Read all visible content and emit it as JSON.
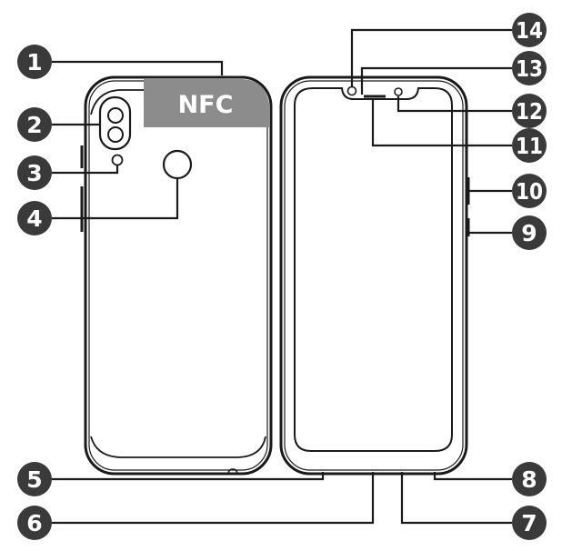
{
  "nfc_label": "NFC",
  "colors": {
    "line": "#1a1a1a",
    "callout_bg": "#3a3a3a",
    "nfc_bg": "#8c8c8c",
    "callout_text": "#ffffff"
  },
  "callouts": [
    {
      "num": "1",
      "part": "nfc-area-top-edge"
    },
    {
      "num": "2",
      "part": "rear-dual-camera"
    },
    {
      "num": "3",
      "part": "rear-flash"
    },
    {
      "num": "4",
      "part": "fingerprint-sensor"
    },
    {
      "num": "5",
      "part": "headset-jack"
    },
    {
      "num": "6",
      "part": "usb-port"
    },
    {
      "num": "7",
      "part": "speaker"
    },
    {
      "num": "8",
      "part": "microphone"
    },
    {
      "num": "9",
      "part": "power-button"
    },
    {
      "num": "10",
      "part": "volume-button"
    },
    {
      "num": "11",
      "part": "earpiece"
    },
    {
      "num": "12",
      "part": "sensor"
    },
    {
      "num": "13",
      "part": "status-indicator"
    },
    {
      "num": "14",
      "part": "front-camera"
    }
  ]
}
